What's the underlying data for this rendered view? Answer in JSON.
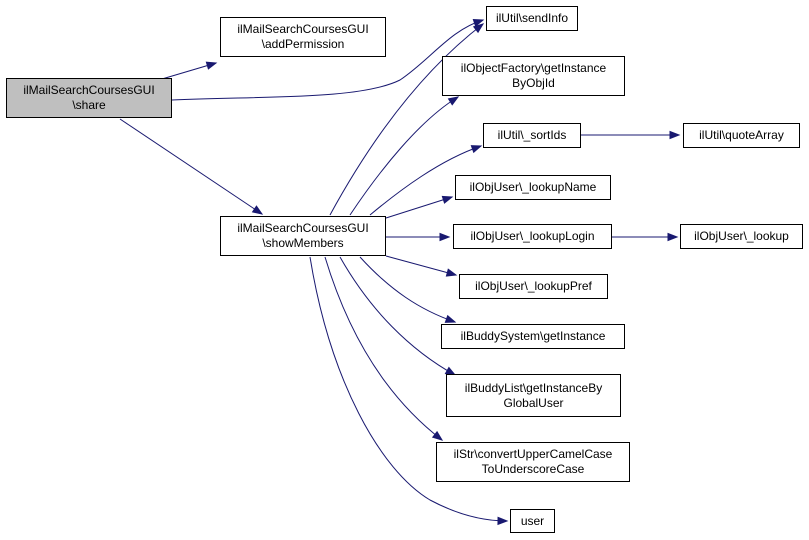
{
  "colors": {
    "edge": "#191970",
    "root_fill": "#bfbfbf",
    "node_fill": "#ffffff",
    "border": "#000000"
  },
  "nodes": {
    "share": {
      "lines": [
        "ilMailSearchCoursesGUI",
        "\\share"
      ]
    },
    "addPerm": {
      "lines": [
        "ilMailSearchCoursesGUI",
        "\\addPermission"
      ]
    },
    "showMembers": {
      "lines": [
        "ilMailSearchCoursesGUI",
        "\\showMembers"
      ]
    },
    "sendInfo": {
      "lines": [
        "ilUtil\\sendInfo"
      ]
    },
    "getInstObj": {
      "lines": [
        "ilObjectFactory\\getInstance",
        "ByObjId"
      ]
    },
    "sortIds": {
      "lines": [
        "ilUtil\\_sortIds"
      ]
    },
    "quoteArray": {
      "lines": [
        "ilUtil\\quoteArray"
      ]
    },
    "lookupName": {
      "lines": [
        "ilObjUser\\_lookupName"
      ]
    },
    "lookupLogin": {
      "lines": [
        "ilObjUser\\_lookupLogin"
      ]
    },
    "lookup": {
      "lines": [
        "ilObjUser\\_lookup"
      ]
    },
    "lookupPref": {
      "lines": [
        "ilObjUser\\_lookupPref"
      ]
    },
    "buddySys": {
      "lines": [
        "ilBuddySystem\\getInstance"
      ]
    },
    "buddyList": {
      "lines": [
        "ilBuddyList\\getInstanceBy",
        "GlobalUser"
      ]
    },
    "convert": {
      "lines": [
        "ilStr\\convertUpperCamelCase",
        "ToUnderscoreCase"
      ]
    },
    "user": {
      "lines": [
        "user"
      ]
    }
  },
  "edges": [
    [
      "share",
      "addPerm"
    ],
    [
      "share",
      "sendInfo"
    ],
    [
      "share",
      "showMembers"
    ],
    [
      "showMembers",
      "sendInfo"
    ],
    [
      "showMembers",
      "getInstObj"
    ],
    [
      "showMembers",
      "sortIds"
    ],
    [
      "showMembers",
      "lookupName"
    ],
    [
      "showMembers",
      "lookupLogin"
    ],
    [
      "showMembers",
      "lookupPref"
    ],
    [
      "showMembers",
      "buddySys"
    ],
    [
      "showMembers",
      "buddyList"
    ],
    [
      "showMembers",
      "convert"
    ],
    [
      "showMembers",
      "user"
    ],
    [
      "sortIds",
      "quoteArray"
    ],
    [
      "lookupLogin",
      "lookup"
    ]
  ]
}
